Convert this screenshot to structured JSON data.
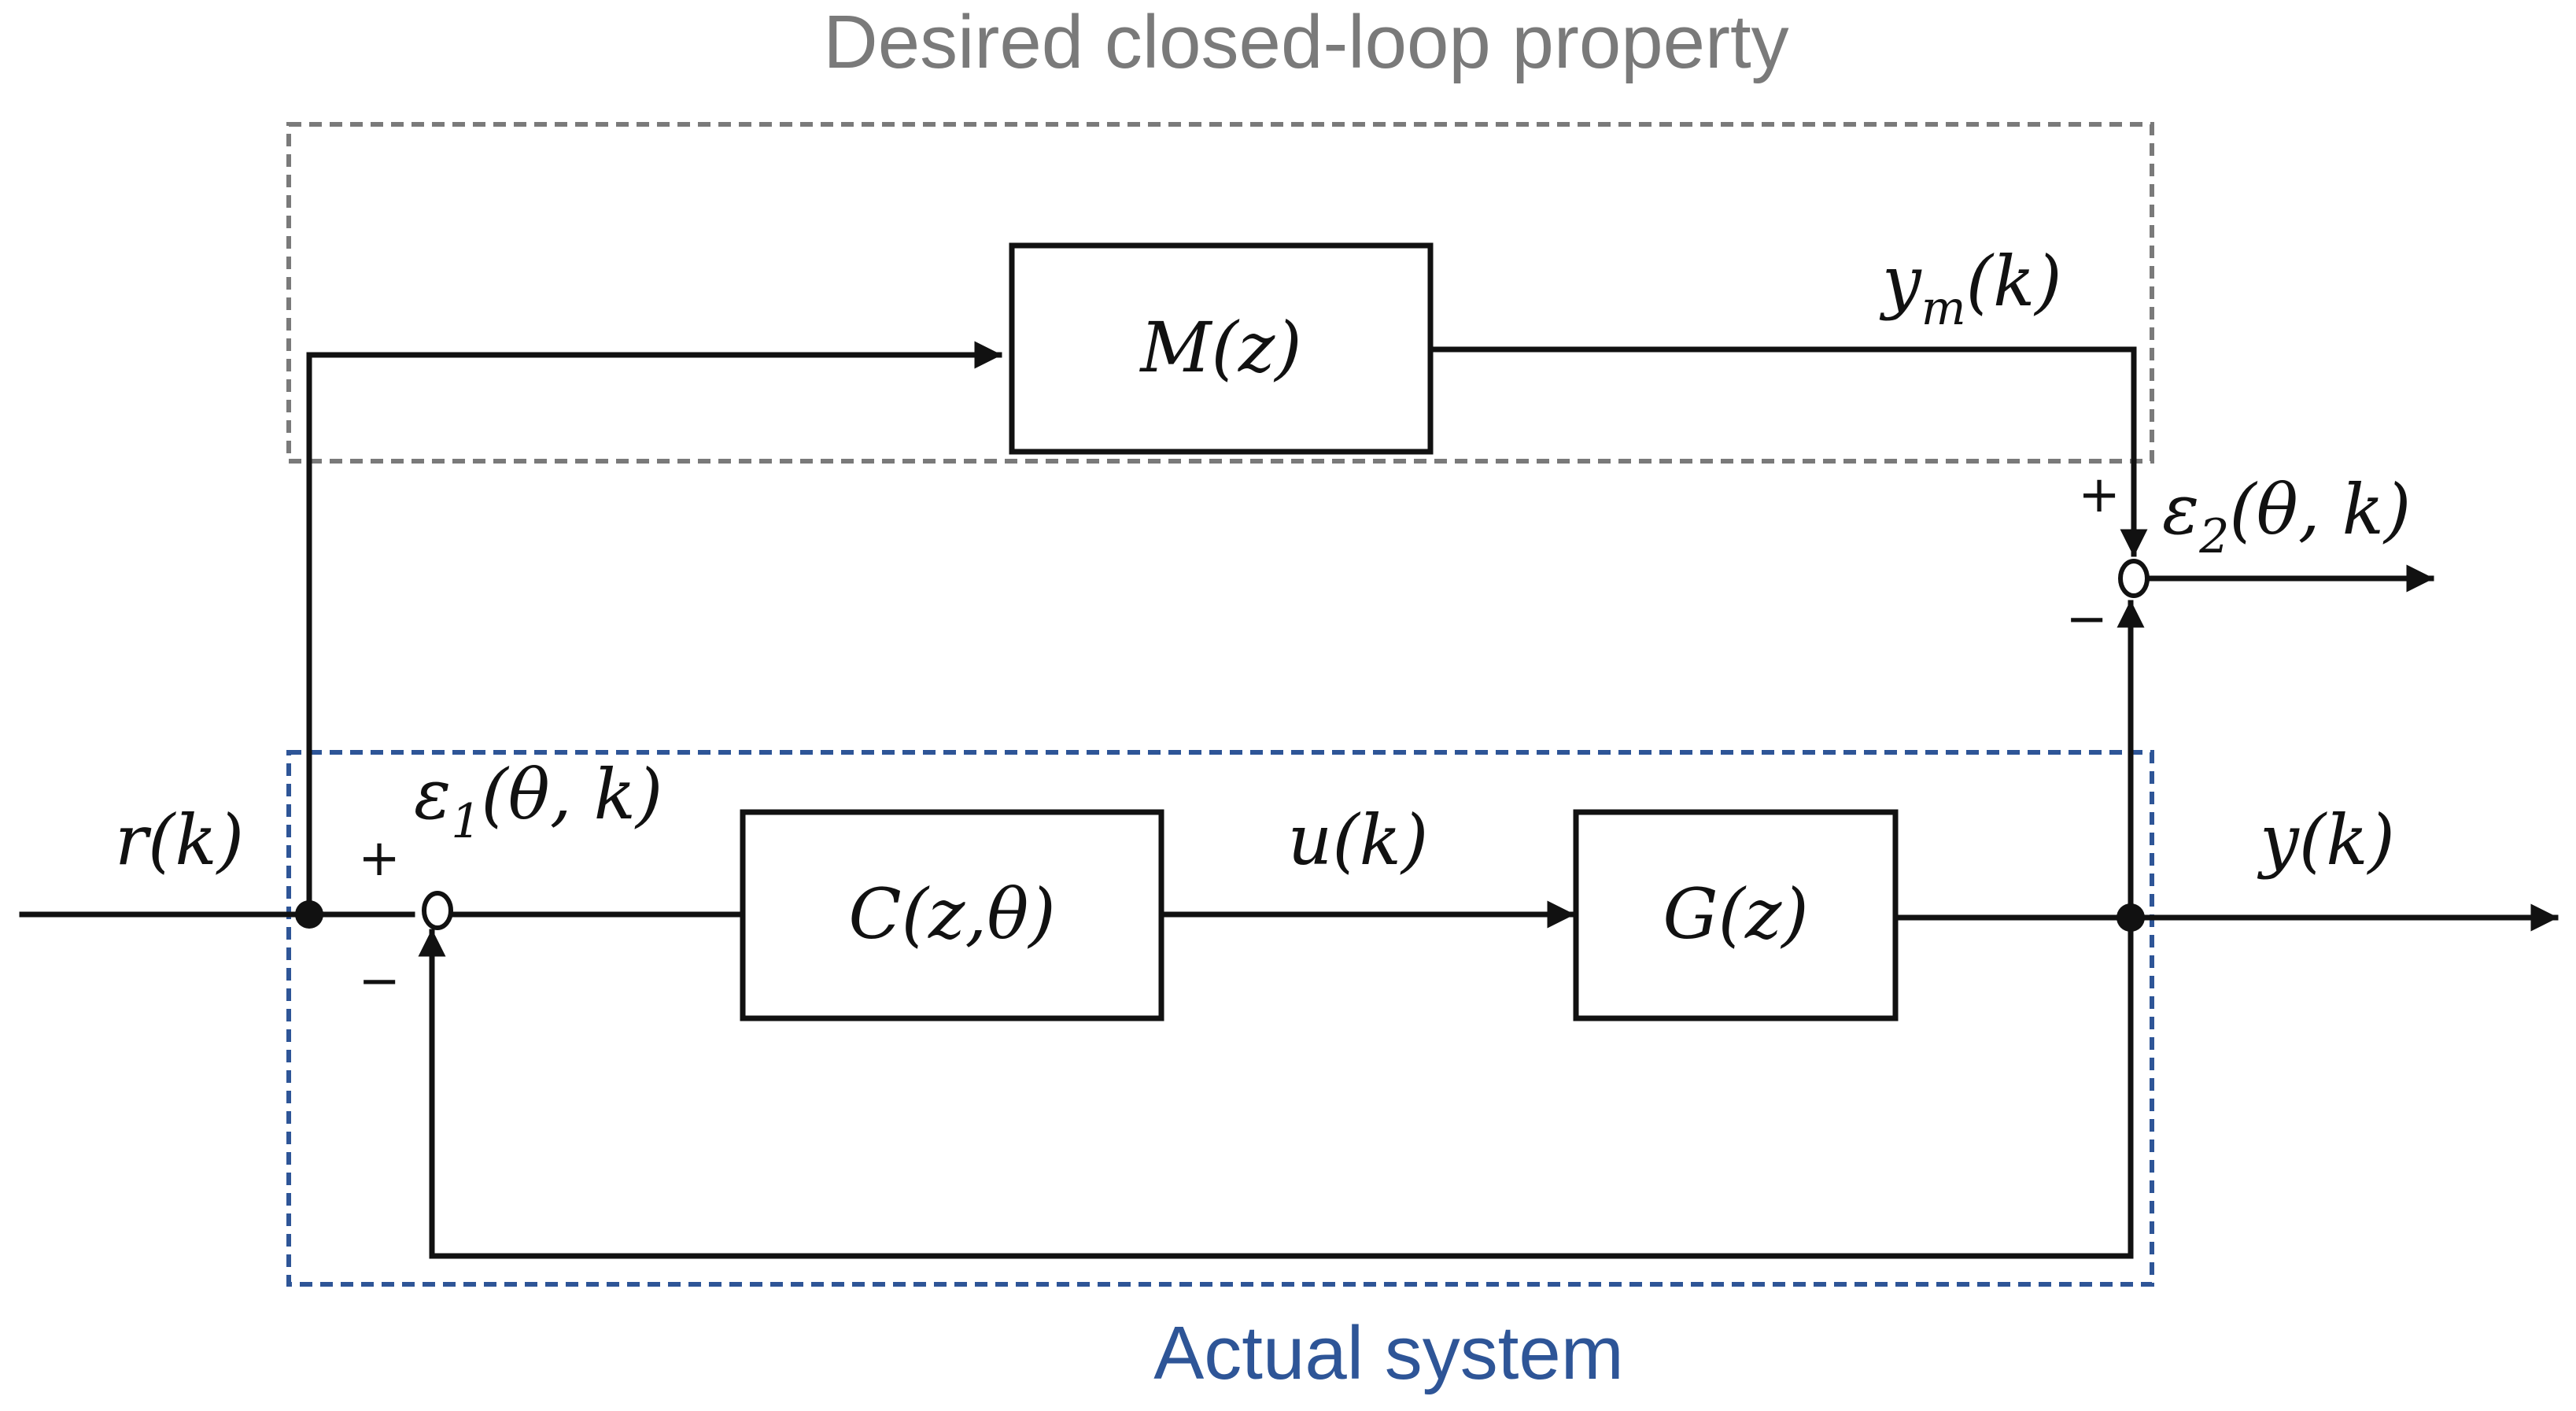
{
  "regions": {
    "desired": {
      "label": "Desired closed-loop property",
      "color": "#7a7a7a"
    },
    "actual": {
      "label": "Actual system",
      "color": "#2e5597"
    }
  },
  "blocks": {
    "model": "M(z)",
    "controller": "C(z,θ)",
    "plant": "G(z)"
  },
  "signals": {
    "reference": "r(k)",
    "model_output": "y_m(k)",
    "model_output_base": "y",
    "model_output_sub": "m",
    "model_output_tail": "(k)",
    "control": "u(k)",
    "output": "y(k)",
    "error1_base": "ε",
    "error1_sub": "1",
    "error1_tail": "(θ, k)",
    "error2_base": "ε",
    "error2_sub": "2",
    "error2_tail": "(θ, k)"
  },
  "signs": {
    "sum1_plus": "+",
    "sum1_minus": "−",
    "sum2_plus": "+",
    "sum2_minus": "−"
  }
}
